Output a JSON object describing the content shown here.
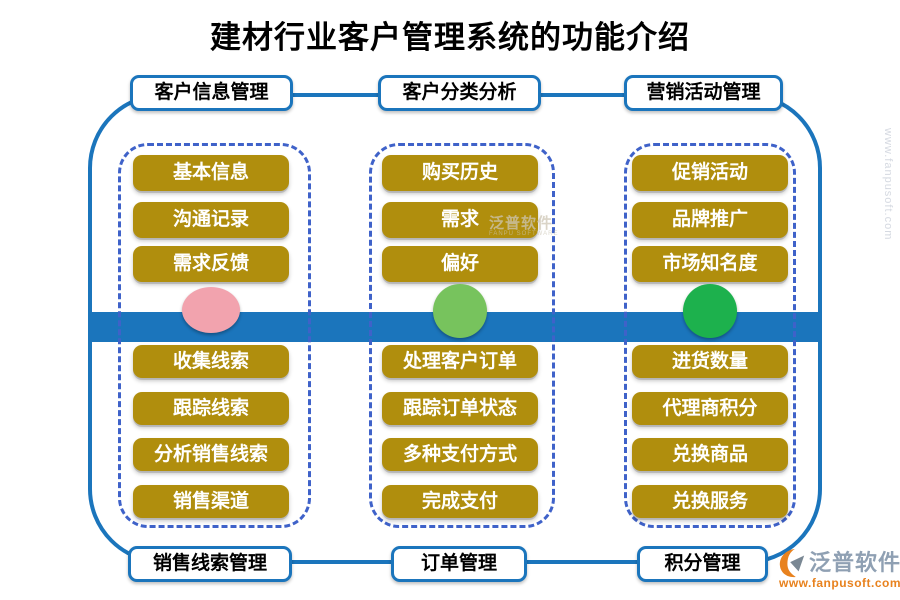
{
  "title": "建材行业客户管理系统的功能介绍",
  "columns": [
    {
      "top_label": "客户信息管理",
      "bottom_label": "销售线索管理",
      "top_items": [
        "基本信息",
        "沟通记录",
        "需求反馈"
      ],
      "bottom_items": [
        "收集线索",
        "跟踪线索",
        "分析销售线索",
        "销售渠道"
      ],
      "circle_color": "#F2A3AE"
    },
    {
      "top_label": "客户分类分析",
      "bottom_label": "订单管理",
      "top_items": [
        "购买历史",
        "需求",
        "偏好"
      ],
      "bottom_items": [
        "处理客户订单",
        "跟踪订单状态",
        "多种支付方式",
        "完成支付"
      ],
      "circle_color": "#77C35D"
    },
    {
      "top_label": "营销活动管理",
      "bottom_label": "积分管理",
      "top_items": [
        "促销活动",
        "品牌推广",
        "市场知名度"
      ],
      "bottom_items": [
        "进货数量",
        "代理商积分",
        "兑换商品",
        "兑换服务"
      ],
      "circle_color": "#1DB14D"
    }
  ],
  "watermark": {
    "brand": "泛普软件",
    "brand_sub": "FANPU SOFTWARE",
    "side_text": "www.fanpusoft.com"
  },
  "logo": {
    "brand": "泛普软件",
    "url": "www.fanpusoft.com"
  },
  "colors": {
    "primary_blue": "#1B75BC",
    "dashed_blue": "#3F62C9",
    "gold": "#B08E0D",
    "pink": "#F2A3AE",
    "green_light": "#77C35D",
    "green_bright": "#1DB14D",
    "logo_gray": "#8FA0B3",
    "logo_orange": "#E8821E"
  }
}
